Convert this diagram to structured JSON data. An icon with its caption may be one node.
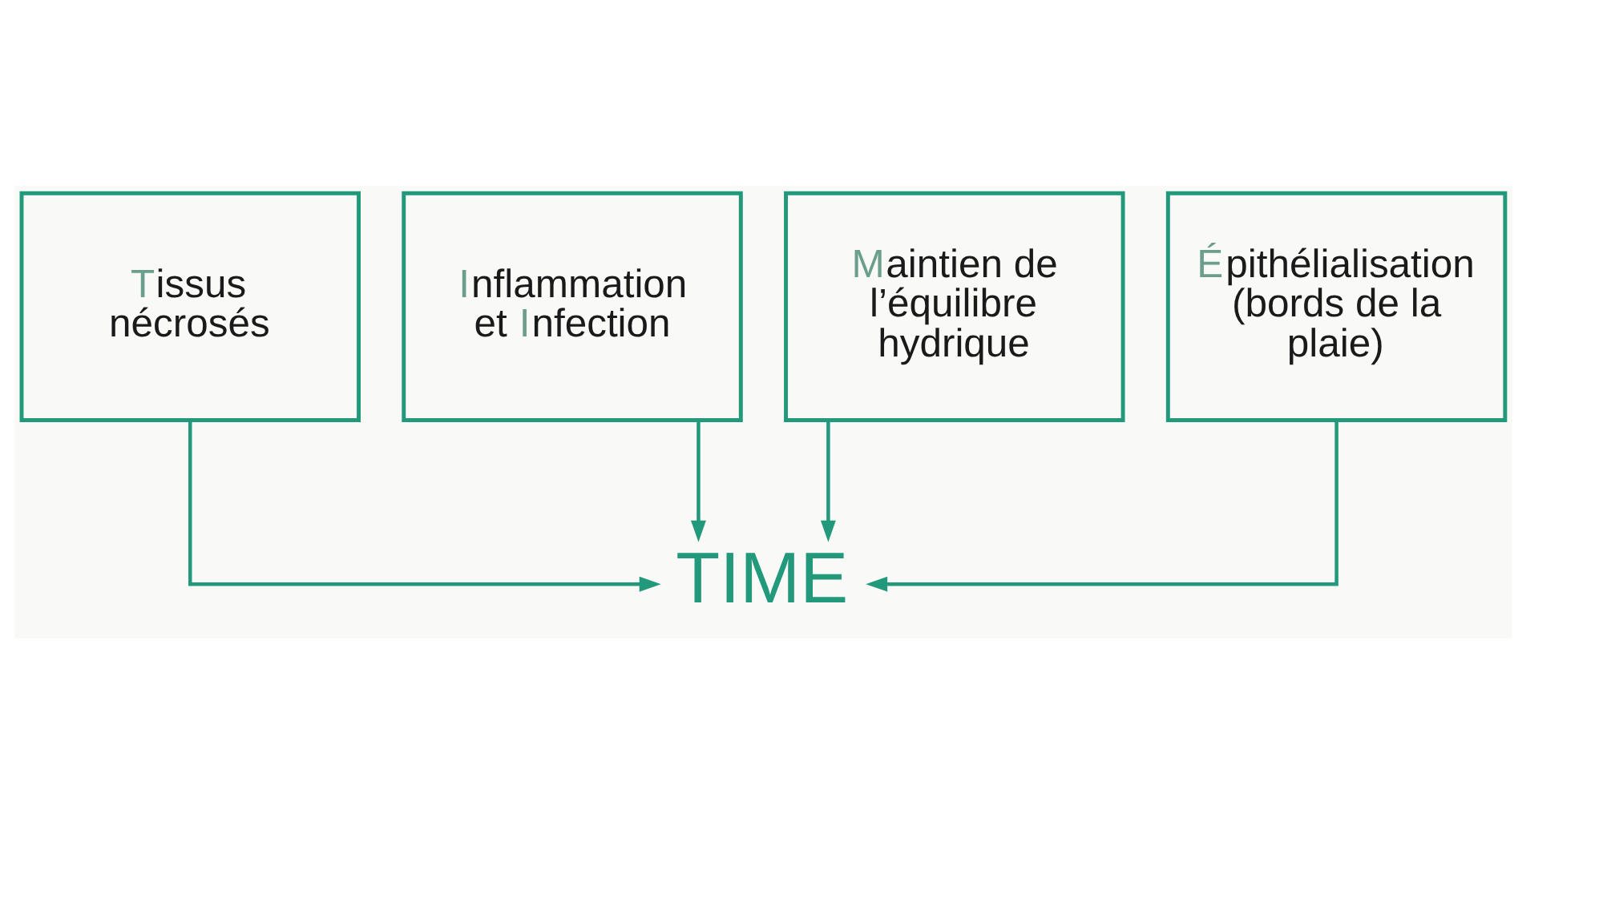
{
  "diagram": {
    "nodes": [
      {
        "text": [
          "Tissus nécrosés"
        ]
      },
      {
        "text": [
          "Inflammation et Infection"
        ]
      },
      {
        "text": [
          "Maintien de l’équilibre hydrique"
        ]
      },
      {
        "text": [
          "Épithélialisation (bords de la plaie)"
        ]
      },
      {
        "text": [
          "TIME"
        ]
      }
    ],
    "edges": [
      {
        "from": 0,
        "to": 4,
        "arrow": "to"
      },
      {
        "from": 1,
        "to": 4,
        "arrow": "to"
      },
      {
        "from": 2,
        "to": 4,
        "arrow": "to"
      },
      {
        "from": 3,
        "to": 4,
        "arrow": "to"
      }
    ]
  }
}
